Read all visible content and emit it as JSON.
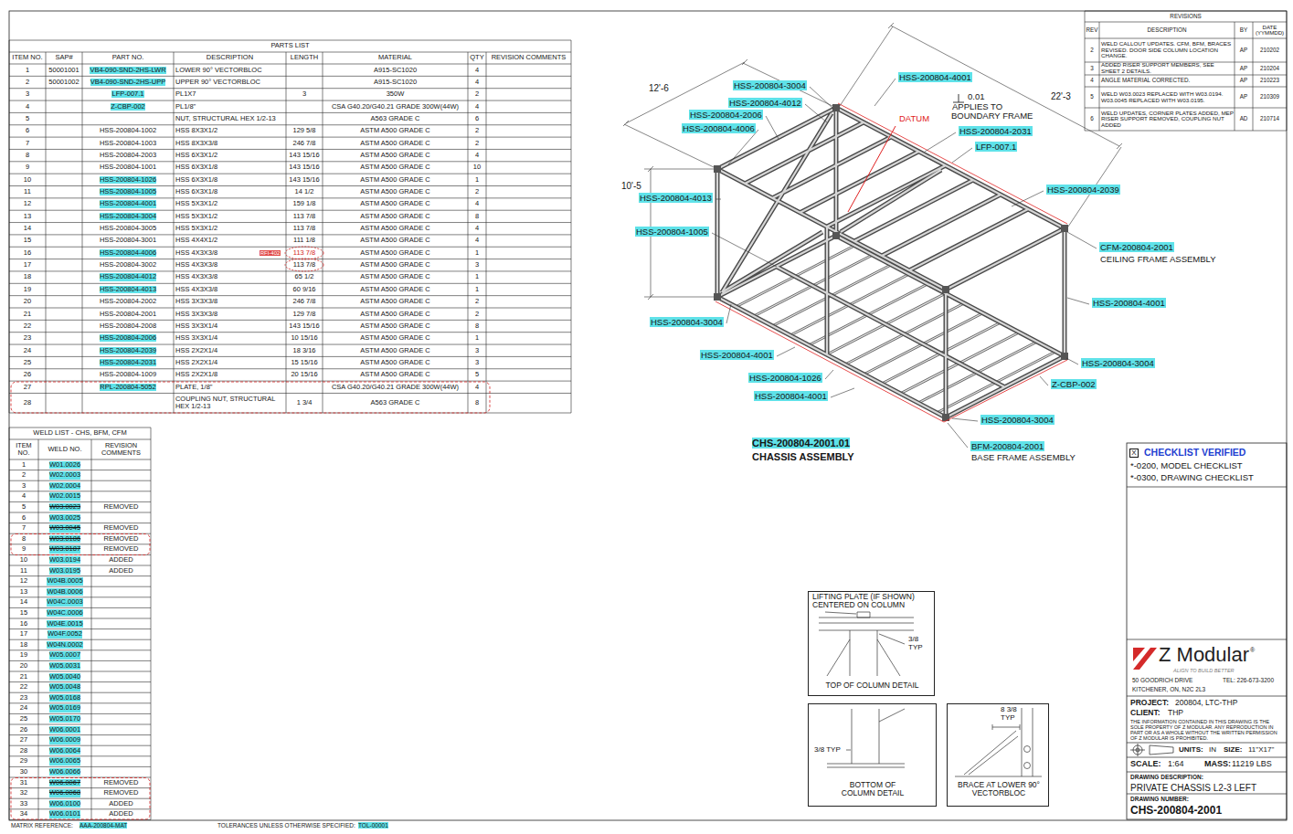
{
  "diagram": {
    "nodes": [
      {
        "text": [
          "LIFTING PLATE (IF SHOWN) CENTERED ON COLUMN",
          "3/8 TYP",
          "TOP OF COLUMN DETAIL"
        ]
      },
      {
        "text": [
          "3/8 TYP",
          "BOTTOM OF COLUMN DETAIL"
        ]
      },
      {
        "text": [
          "8 3/8 TYP",
          "BRACE AT LOWER 90° VECTORBLOC"
        ]
      }
    ],
    "labels": [
      "PARTS LIST",
      "ITEM NO.",
      "SAP#",
      "PART NO.",
      "DESCRIPTION",
      "LENGTH",
      "MATERIAL",
      "QTY",
      "REVISION COMMENTS",
      "1",
      "50001001",
      "VB4-090-SND-2HS-LWR",
      "LOWER 90° VECTORBLOC",
      "A915-SC1020",
      "4",
      "2",
      "50001002",
      "VB4-090-SND-2HS-UPP",
      "UPPER 90° VECTORBLOC",
      "A915-SC1020",
      "4",
      "3",
      "LFP-007.1",
      "PL1X7",
      "3",
      "350W",
      "2",
      "4",
      "Z-CBP-002",
      "PL1/8\"",
      "CSA G40.20/G40.21 GRADE 300W(44W)",
      "4",
      "5",
      "NUT, STRUCTURAL HEX 1/2-13",
      "A563 GRADE C",
      "6",
      "6",
      "HSS-200804-1002",
      "HSS 8X3X1/2",
      "129 5/8",
      "ASTM A500 GRADE C",
      "2",
      "7",
      "HSS-200804-1003",
      "HSS 8X3X3/8",
      "246 7/8",
      "ASTM A500 GRADE C",
      "2",
      "8",
      "HSS-200804-2003",
      "HSS 6X3X1/2",
      "143 15/16",
      "ASTM A500 GRADE C",
      "4",
      "9",
      "HSS-200804-1001",
      "HSS 6X3X1/8",
      "143 15/16",
      "ASTM A500 GRADE C",
      "10",
      "10",
      "HSS-200804-1026",
      "HSS 6X3X1/8",
      "143 15/16",
      "ASTM A500 GRADE C",
      "1",
      "11",
      "HSS-200804-1005",
      "HSS 6X3X1/8",
      "14 1/2",
      "ASTM A500 GRADE C",
      "2",
      "12",
      "HSS-200804-4001",
      "HSS 5X3X1/2",
      "159 1/8",
      "ASTM A500 GRADE C",
      "4",
      "13",
      "HSS-200804-3004",
      "HSS 5X3X1/2",
      "113 7/8",
      "ASTM A500 GRADE C",
      "8",
      "14",
      "HSS-200804-3005",
      "HSS 5X3X1/2",
      "113 7/8",
      "ASTM A500 GRADE C",
      "4",
      "15",
      "HSS-200804-3001",
      "HSS 4X4X1/2",
      "111 1/8",
      "ASTM A500 GRADE C",
      "4",
      "16",
      "HSS-200804-4006",
      "HSS 4X3X3/8",
      "RFI-402",
      "113 7/8",
      "ASTM A500 GRADE C",
      "1",
      "17",
      "HSS-200804-3002",
      "HSS 4X3X3/8",
      "113 7/8",
      "ASTM A500 GRADE C",
      "3",
      "18",
      "HSS-200804-4012",
      "HSS 4X3X3/8",
      "65 1/2",
      "ASTM A500 GRADE C",
      "1",
      "19",
      "HSS-200804-4013",
      "HSS 4X3X3/8",
      "60 9/16",
      "ASTM A500 GRADE C",
      "1",
      "20",
      "HSS-200804-2002",
      "HSS 3X3X3/8",
      "246 7/8",
      "ASTM A500 GRADE C",
      "2",
      "21",
      "HSS-200804-2001",
      "HSS 3X3X3/8",
      "129 7/8",
      "ASTM A500 GRADE C",
      "2",
      "22",
      "HSS-200804-2008",
      "HSS 3X3X1/4",
      "143 15/16",
      "ASTM A500 GRADE C",
      "8",
      "23",
      "HSS-200804-2006",
      "HSS 3X3X1/4",
      "10 15/16",
      "ASTM A500 GRADE C",
      "1",
      "24",
      "HSS-200804-2039",
      "HSS 2X2X1/4",
      "18 3/16",
      "ASTM A500 GRADE C",
      "3",
      "25",
      "HSS-200804-2031",
      "HSS 2X2X1/4",
      "15 15/16",
      "ASTM A500 GRADE C",
      "3",
      "26",
      "HSS-200804-1009",
      "HSS 2X2X1/8",
      "20 15/16",
      "ASTM A500 GRADE C",
      "5",
      "27",
      "RPL-200804-5052",
      "PLATE, 1/8\"",
      "CSA G40.20/G40.21 GRADE 300W(44W)",
      "4",
      "28",
      "COUPLING NUT, STRUCTURAL HEX 1/2-13",
      "1 3/4",
      "A563 GRADE C",
      "8",
      "WELD LIST - CHS, BFM, CFM",
      "ITEM NO.",
      "WELD NO.",
      "REVISION COMMENTS",
      "1",
      "W01.0026",
      "2",
      "W02.0003",
      "3",
      "W02.0004",
      "4",
      "W02.0015",
      "5",
      "W03.0023",
      "REMOVED",
      "6",
      "W03.0025",
      "7",
      "W03.0045",
      "REMOVED",
      "8",
      "W03.0186",
      "REMOVED",
      "9",
      "W03.0187",
      "REMOVED",
      "10",
      "W03.0194",
      "ADDED",
      "11",
      "W03.0195",
      "ADDED",
      "12",
      "W04B.0005",
      "13",
      "W04B.0006",
      "14",
      "W04C.0003",
      "15",
      "W04C.0006",
      "16",
      "W04E.0015",
      "17",
      "W04F.0052",
      "18",
      "W04N.0002",
      "19",
      "W05.0007",
      "20",
      "W05.0031",
      "21",
      "W05.0040",
      "22",
      "W05.0048",
      "23",
      "W05.0168",
      "24",
      "W05.0169",
      "25",
      "W05.0170",
      "26",
      "W06.0001",
      "27",
      "W06.0009",
      "28",
      "W06.0064",
      "29",
      "W06.0065",
      "30",
      "W06.0066",
      "31",
      "W06.0067",
      "REMOVED",
      "32",
      "W06.0068",
      "REMOVED",
      "33",
      "W06.0100",
      "ADDED",
      "34",
      "W06.0101",
      "ADDED",
      "REVISIONS",
      "REV",
      "DESCRIPTION",
      "BY",
      "DATE (YYMMDD)",
      "2",
      "WELD CALLOUT UPDATES. CFM, BFM, BRACES REVISED. DOOR SIDE COLUMN LOCATION CHANGE.",
      "AP",
      "210202",
      "3",
      "ADDED RISER SUPPORT MEMBERS, SEE SHEET 2 DETAILS.",
      "AP",
      "210204",
      "4",
      "ANGLE MATERIAL CORRECTED.",
      "AP",
      "210223",
      "5",
      "WELD W03.0023 REPLACED WITH W03.0194. W03.0045 REPLACED WITH W03.0195.",
      "AP",
      "210309",
      "6",
      "WELD UPDATES, CORNER PLATES ADDED, MEP RISER SUPPORT REMOVED, COUPLING NUT ADDED",
      "AD",
      "210714",
      "MATRIX REFERENCE:",
      "AAA-200804-MAT",
      "TOLERANCES UNLESS OTHERWISE SPECIFIED:",
      "TOL-00001",
      "12'-6",
      "22'-3",
      "10'-5",
      "HSS-200804-3004",
      "HSS-200804-4012",
      "HSS-200804-2006",
      "HSS-200804-4006",
      "HSS-200804-4013",
      "HSS-200804-1005",
      "HSS-200804-3004",
      "HSS-200804-4001",
      "HSS-200804-1026",
      "HSS-200804-4001",
      "HSS-200804-4001",
      "HSS-200804-2031",
      "LFP-007.1",
      "HSS-200804-2039",
      "CFM-200804-2001",
      "CEILING FRAME ASSEMBLY",
      "HSS-200804-4001",
      "HSS-200804-3004",
      "Z-CBP-002",
      "HSS-200804-3004",
      "BFM-200804-2001",
      "BASE FRAME ASSEMBLY",
      "DATUM",
      "0.01",
      "APPLIES TO BOUNDARY FRAME",
      "CHS-200804-2001.01",
      "CHASSIS ASSEMBLY",
      "X",
      "CHECKLIST VERIFIED",
      "*-0200, MODEL CHECKLIST",
      "*-0300, DRAWING CHECKLIST",
      "Z Modular",
      "®",
      "ALIGN TO BUILD BETTER",
      "50 GOODRICH DRIVE",
      "TEL: 226-673-3200",
      "KITCHENER, ON, N2C 2L3",
      "PROJECT:",
      "200804, LTC-THP",
      "CLIENT:",
      "THP",
      "THE INFORMATION CONTAINED IN THIS DRAWING IS THE SOLE PROPERTY OF Z MODULAR. ANY REPRODUCTION IN PART OR AS A WHOLE WITHOUT THE WRITTEN PERMISSION OF Z MODULAR IS PROHIBITED.",
      "UNITS:",
      "IN",
      "SIZE:",
      "11\"X17\"",
      "SCALE:",
      "1:64",
      "MASS:",
      "11219 LBS",
      "DRAWING DESCRIPTION:",
      "PRIVATE CHASSIS L2-3 LEFT",
      "DRAWING NUMBER:",
      "CHS-200804-2001"
    ]
  }
}
